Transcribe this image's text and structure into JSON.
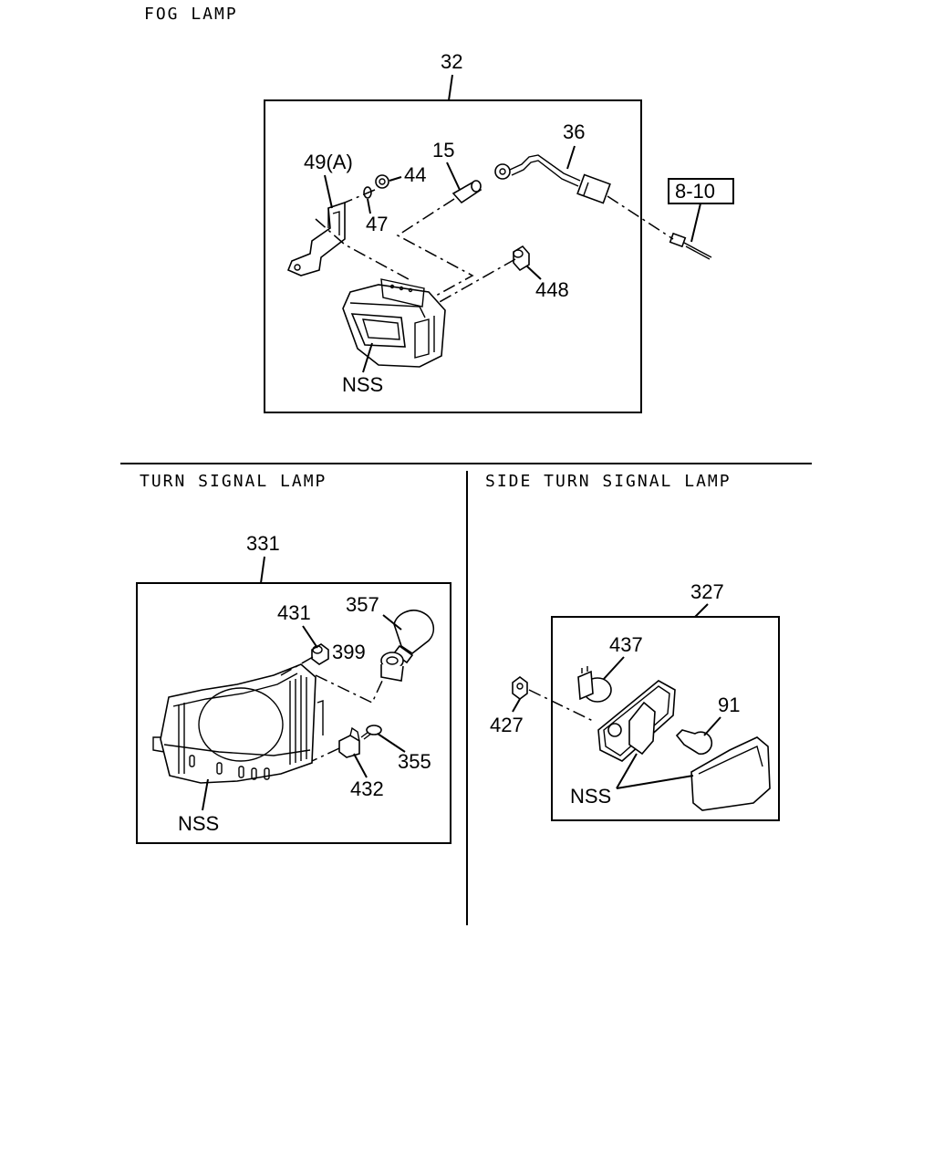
{
  "sections": {
    "fog": {
      "title": "FOG LAMP",
      "labels": {
        "assembly": "32",
        "bracket": "49(A)",
        "nut": "44",
        "washer": "47",
        "bulb": "15",
        "harness": "36",
        "ref": "8-10",
        "grommet": "448",
        "nss": "NSS"
      }
    },
    "turn": {
      "title": "TURN SIGNAL LAMP",
      "labels": {
        "assembly": "331",
        "grommet": "431",
        "bulb": "357",
        "socket": "399",
        "screw": "355",
        "clip": "432",
        "nss": "NSS"
      }
    },
    "side": {
      "title": "SIDE TURN SIGNAL LAMP",
      "labels": {
        "assembly": "327",
        "socket": "437",
        "nut": "427",
        "bulb": "91",
        "nss": "NSS"
      }
    }
  }
}
